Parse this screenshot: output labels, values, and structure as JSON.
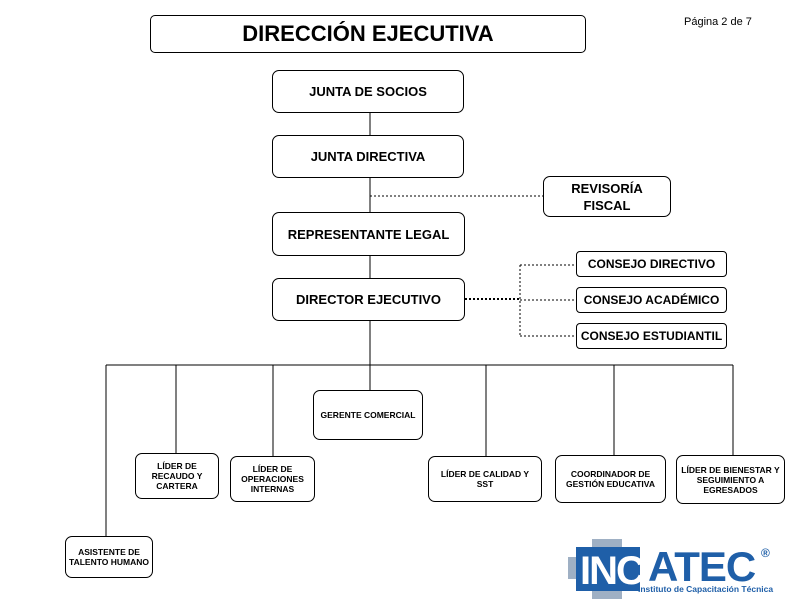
{
  "title": "DIRECCIÓN EJECUTIVA",
  "page_number": "Página 2 de 7",
  "nodes": {
    "junta_socios": "JUNTA DE SOCIOS",
    "junta_directiva": "JUNTA DIRECTIVA",
    "revisoria_fiscal": "REVISORÍA FISCAL",
    "representante_legal": "REPRESENTANTE LEGAL",
    "director_ejecutivo": "DIRECTOR EJECUTIVO",
    "consejo_directivo": "CONSEJO DIRECTIVO",
    "consejo_academico": "CONSEJO ACADÉMICO",
    "consejo_estudiantil": "CONSEJO ESTUDIANTIL",
    "gerente_comercial": "GERENTE COMERCIAL",
    "asistente_talento": "ASISTENTE DE TALENTO HUMANO",
    "lider_recaudo": "LÍDER DE RECAUDO Y CARTERA",
    "lider_operaciones": "LÍDER DE OPERACIONES INTERNAS",
    "lider_calidad": "LÍDER DE CALIDAD Y SST",
    "coordinador_gestion": "COORDINADOR DE GESTIÓN EDUCATIVA",
    "lider_bienestar": "LÍDER DE BIENESTAR Y SEGUIMIENTO A EGRESADOS"
  },
  "logo": {
    "name": "INCATEC",
    "registered": "®",
    "tagline": "Instituto de Capacitación Técnica"
  },
  "colors": {
    "logo_blue": "#1f5fa8",
    "logo_gray": "#9fb0c4"
  }
}
